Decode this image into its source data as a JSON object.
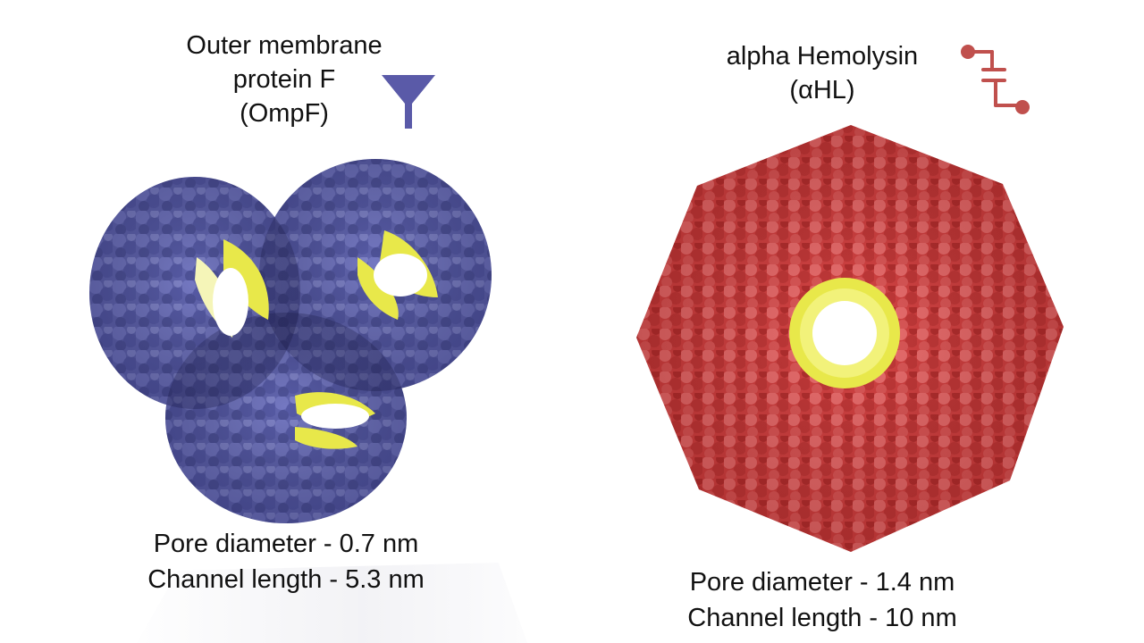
{
  "proteins": {
    "ompf": {
      "name": "Outer membrane\nprotein F\n(OmpF)",
      "pore_diameter": "Pore diameter - 0.7 nm",
      "channel_length": "Channel length - 5.3 nm",
      "symbol_icon": "funnel-icon",
      "color": "#6266b0",
      "pore_color": "#e8e84a"
    },
    "ahl": {
      "name": "alpha Hemolysin\n(αHL)",
      "pore_diameter": "Pore diameter - 1.4 nm",
      "channel_length": "Channel length - 10 nm",
      "symbol_icon": "channel-icon",
      "color": "#d94848",
      "pore_color": "#e8e84a"
    }
  }
}
